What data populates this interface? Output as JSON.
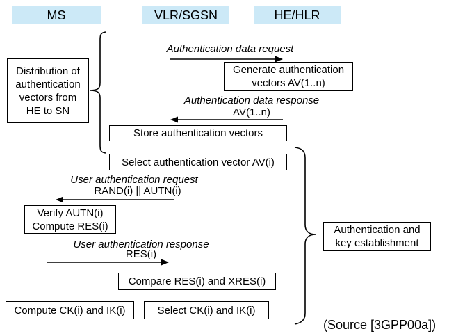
{
  "colors": {
    "entity_fill": "#cce9f7",
    "line": "#000000",
    "box_fill": "#ffffff",
    "text": "#000000"
  },
  "entities": [
    {
      "id": "ms",
      "label": "MS"
    },
    {
      "id": "vlr_sgsn",
      "label": "VLR/SGSN"
    },
    {
      "id": "he_hlr",
      "label": "HE/HLR"
    }
  ],
  "messages": {
    "auth_data_request": {
      "label": "Authentication data request",
      "direction": "right",
      "from": "VLR/SGSN",
      "to": "HE/HLR"
    },
    "auth_data_response": {
      "label": "Authentication data response",
      "param": "AV(1..n)",
      "direction": "left",
      "from": "HE/HLR",
      "to": "VLR/SGSN"
    },
    "user_auth_request": {
      "label": "User authentication request",
      "param": "RAND(i) || AUTN(i)",
      "direction": "left",
      "from": "VLR/SGSN",
      "to": "MS"
    },
    "user_auth_response": {
      "label": "User authentication response",
      "param": "RES(i)",
      "direction": "right",
      "from": "MS",
      "to": "VLR/SGSN"
    }
  },
  "process_boxes": {
    "distribution": "Distribution of\nauthentication\nvectors from\nHE to SN",
    "generate": "Generate authentication\nvectors AV(1..n)",
    "store": "Store authentication vectors",
    "select_av": "Select authentication vector AV(i)",
    "verify": "Verify AUTN(i)\nCompute RES(i)",
    "compare": "Compare RES(i) and XRES(i)",
    "compute_ck": "Compute CK(i) and IK(i)",
    "select_ck": "Select CK(i) and IK(i)",
    "auth_establishment": "Authentication and\nkey establishment"
  },
  "source_note": "(Source [3GPP00a])"
}
